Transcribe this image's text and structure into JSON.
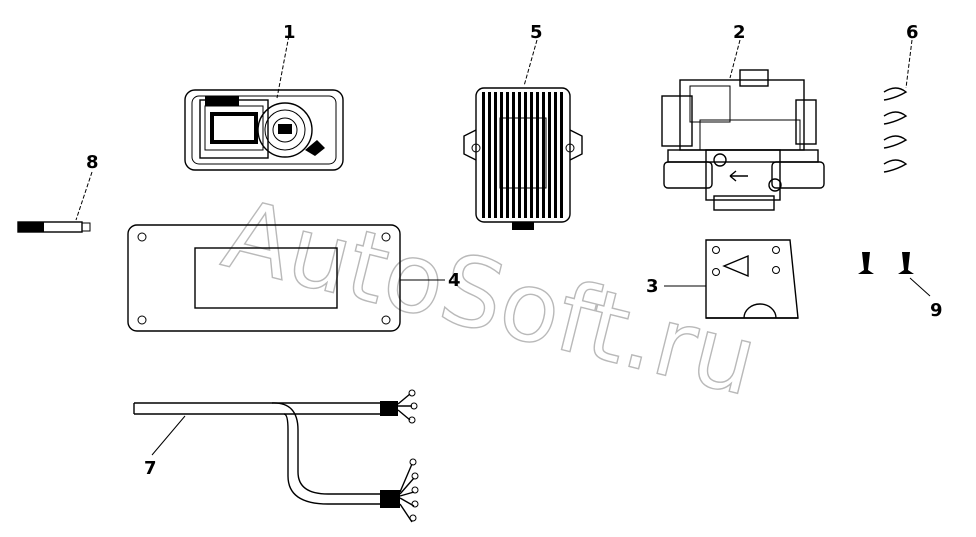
{
  "watermark": "AutoSoft.ru",
  "callouts": {
    "c1": "1",
    "c2": "2",
    "c3": "3",
    "c4": "4",
    "c5": "5",
    "c6": "6",
    "c7": "7",
    "c8": "8",
    "c9": "9"
  }
}
